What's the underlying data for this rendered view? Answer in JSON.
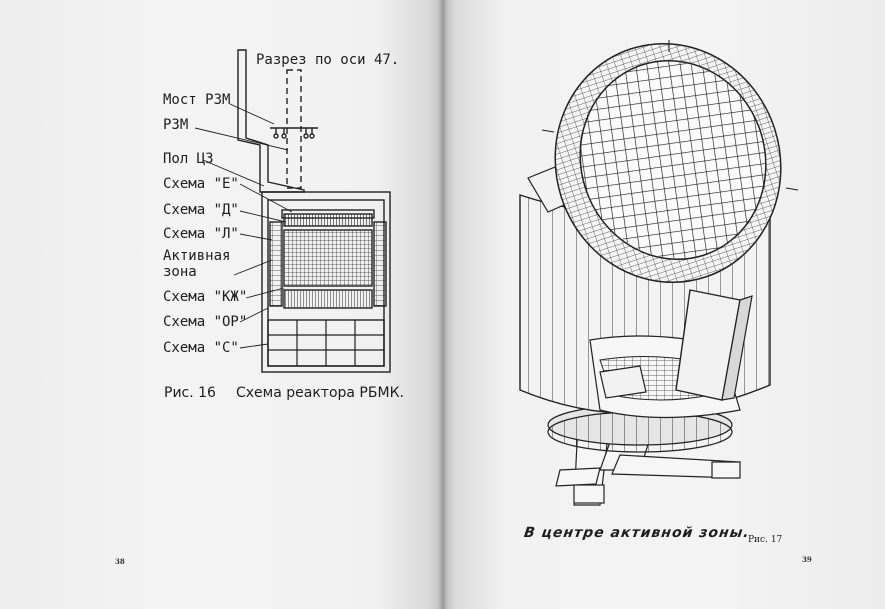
{
  "left_page": {
    "section_title": "Разрез по оси 47.",
    "labels": [
      "Мост РЗМ",
      "РЗМ",
      "Пол ЦЗ",
      "Схема \"Е\"",
      "Схема \"Д\"",
      "Схема \"Л\"",
      "Активная",
      "зона",
      "Схема \"КЖ\"",
      "Схема \"ОР\"",
      "Схема \"С\""
    ],
    "figure_number": "Рис. 16",
    "figure_caption": "Схема реактора РБМК.",
    "page_number": "38"
  },
  "right_page": {
    "caption": "В центре активной зоны.",
    "figure_number": "Рис. 17",
    "page_number": "39"
  }
}
